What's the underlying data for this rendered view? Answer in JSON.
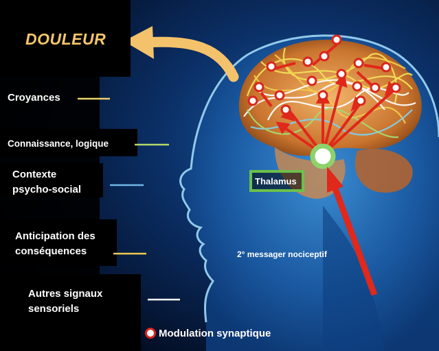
{
  "title": "DOULEUR",
  "labels": {
    "croyances": "Croyances",
    "connaissance": "Connaissance, logique",
    "contexte_1": "Contexte",
    "contexte_2": "psycho-social",
    "anticipation_1": "Anticipation des",
    "anticipation_2": "conséquences",
    "autres_1": "Autres signaux",
    "autres_2": "sensoriels"
  },
  "thalamus": "Thalamus",
  "messenger": "2° messager nociceptif",
  "legend": "Modulation synaptique",
  "colors": {
    "title": "#f5c76a",
    "arrow_big": "#f3c26a",
    "line_croyances": "#e9d36a",
    "line_connaissance": "#b7d96a",
    "line_contexte": "#6fb8e8",
    "line_anticipation": "#f2c94c",
    "line_autres": "#ffffff",
    "nociceptive_arrow": "#e0281b",
    "synapse_ring": "#d9261c",
    "thalamus_border": "#6cc04a"
  }
}
